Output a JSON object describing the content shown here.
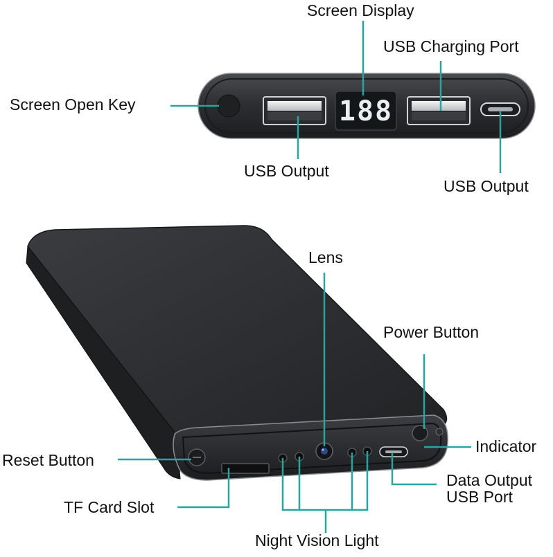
{
  "colors": {
    "leader_line": "#27a5a0",
    "body_dark": "#2a2c2f",
    "display_digits": "#e9eef2",
    "background": "#ffffff"
  },
  "top_view": {
    "display_readout": "188",
    "labels": {
      "screen_display": "Screen Display",
      "usb_charging_port": "USB Charging Port",
      "screen_open_key": "Screen Open Key",
      "usb_output_left": "USB Output",
      "usb_output_right": "USB Output"
    }
  },
  "bottom_view": {
    "labels": {
      "lens": "Lens",
      "power_button": "Power Button",
      "indicator": "Indicator",
      "reset_button": "Reset Button",
      "data_output_line1": "Data Output",
      "data_output_line2": "USB Port",
      "tf_card_slot": "TF Card Slot",
      "night_vision_light": "Night Vision Light"
    }
  }
}
